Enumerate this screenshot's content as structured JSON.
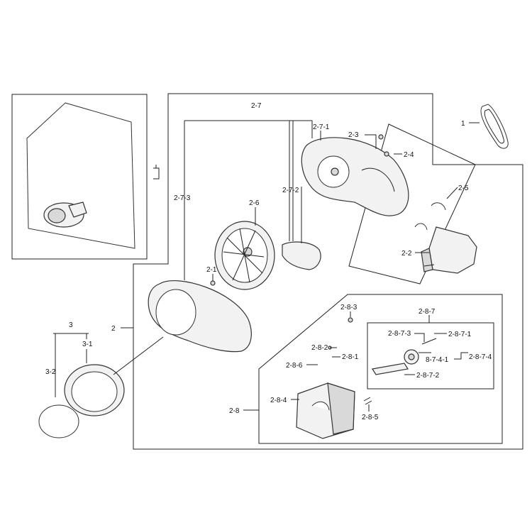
{
  "diagram": {
    "labels": {
      "l_1": "1",
      "l_2": "2",
      "l_2_1": "2-1",
      "l_2_2": "2-2",
      "l_2_3": "2-3",
      "l_2_4": "2-4",
      "l_2_5": "2-5",
      "l_2_6": "2-6",
      "l_2_7": "2-7",
      "l_2_7_1": "2-7-1",
      "l_2_7_2": "2-7-2",
      "l_2_7_3": "2-7-3",
      "l_2_8": "2-8",
      "l_2_8_1": "2-8-1",
      "l_2_8_2": "2-8-2",
      "l_2_8_3": "2-8-3",
      "l_2_8_4": "2-8-4",
      "l_2_8_5": "2-8-5",
      "l_2_8_6": "2-8-6",
      "l_2_8_7": "2-8-7",
      "l_2_8_7_1": "2-8-7-1",
      "l_2_8_7_2": "2-8-7-2",
      "l_2_8_7_3": "2-8-7-3",
      "l_2_8_7_4": "2-8-7-4",
      "l_8_7_4_1": "8-7-4-1",
      "l_3": "3",
      "l_3_1": "3-1",
      "l_3_2": "3-2"
    }
  }
}
